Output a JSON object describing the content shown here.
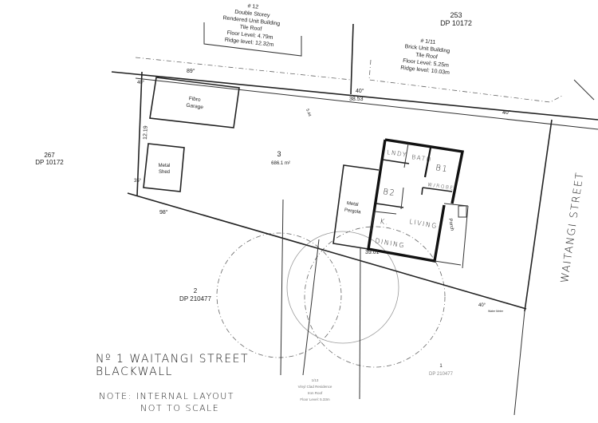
{
  "neighbours": {
    "no12": {
      "number": "# 12",
      "lines": [
        "Double Storey",
        "Rendered Unit Building",
        "Tile Roof",
        "Floor Level: 4.79m",
        "Ridge level: 12.32m"
      ]
    },
    "lot253": {
      "lot": "253",
      "dp": "DP 10172"
    },
    "no1of1": {
      "number": "# 1/11",
      "lines": [
        "Brick Unit Building",
        "Tile Roof",
        "Floor Level: 5.25m",
        "Ridge level: 10.03m"
      ]
    },
    "lot267": {
      "lot": "267",
      "dp": "DP 10172"
    },
    "lot2": {
      "lot": "2",
      "dp": "DP 210477"
    },
    "lot1": {
      "lot": "1",
      "dp": "DP 210477",
      "lines": [
        "1/13",
        "Vinyl Clad Residence",
        "Iron Roof",
        "Floor Level: 5.33m"
      ]
    }
  },
  "subject_lot": {
    "lot": "3",
    "area": "686.1 m²"
  },
  "boundaries": {
    "top_bearing": "89°",
    "top_corner_angle": "40°",
    "top_length": "38.53",
    "top_right_angle": "40°",
    "left_angle_top": "40°",
    "left_length": "12.19",
    "left_angle_bottom": "35°",
    "bottom_bearing": "98°",
    "bottom_length": "39.01",
    "bottom_right_angle": "40°",
    "misc_dim": "5.44"
  },
  "structures": {
    "garage": [
      "Fibro",
      "Garage"
    ],
    "shed": [
      "Metal",
      "Shed"
    ],
    "pergola": [
      "Metal",
      "Pergola"
    ],
    "porch": "Porch",
    "water_meter": "Water Meter"
  },
  "rooms": {
    "laundry": "LNDY",
    "bath": "BATH",
    "b1": "B1",
    "wrobe": "W/ROBE",
    "b2": "B2",
    "kitchen": "K.",
    "living": "LIVING",
    "dining": "DINING"
  },
  "street": "WAITANGI STREET",
  "notes": {
    "address_line1": "Nº 1 WAITANGI STREET",
    "address_line2": "BLACKWALL",
    "note_line1": "NOTE:  INTERNAL LAYOUT",
    "note_line2": "NOT TO SCALE"
  }
}
